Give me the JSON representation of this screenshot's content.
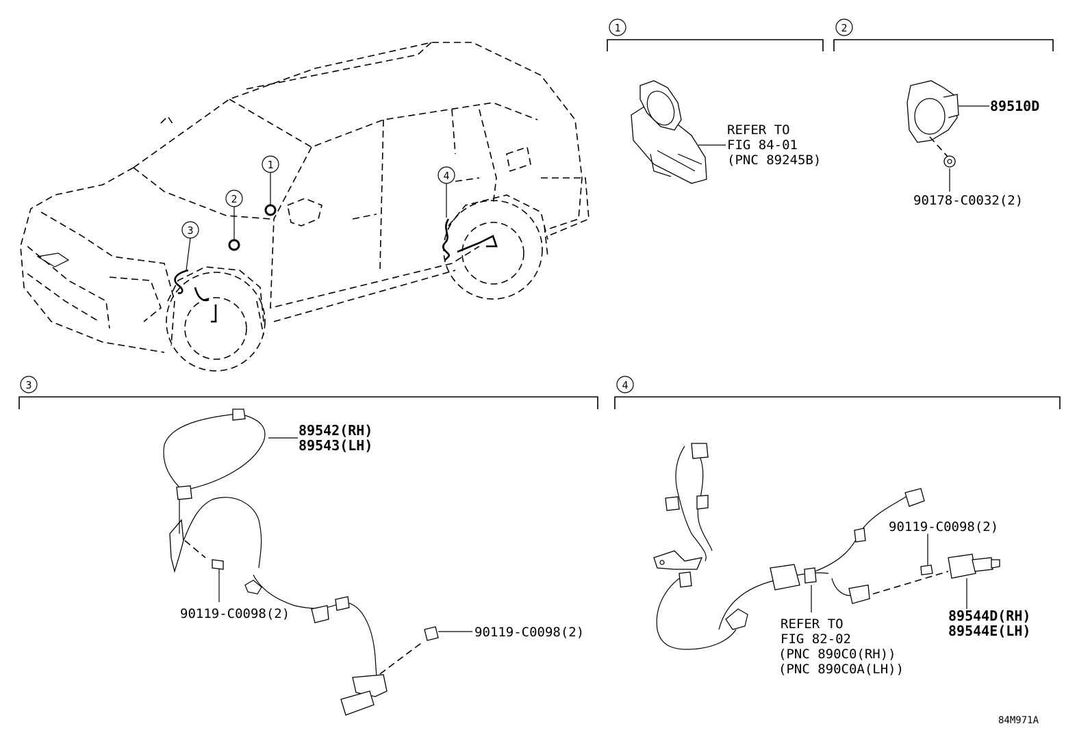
{
  "callouts": {
    "c1": "1",
    "c2": "2",
    "c3": "3",
    "c4": "4"
  },
  "section1": {
    "ref_line1": "REFER TO",
    "ref_line2": "FIG 84-01",
    "ref_line3": "(PNC 89245B)"
  },
  "section2": {
    "part_main": "89510D",
    "part_nut": "90178-C0032(2)"
  },
  "section3": {
    "part_rh": "89542(RH)",
    "part_lh": "89543(LH)",
    "bolt_a": "90119-C0098(2)",
    "bolt_b": "90119-C0098(2)"
  },
  "section4": {
    "bolt": "90119-C0098(2)",
    "part_rh": "89544D(RH)",
    "part_lh": "89544E(LH)",
    "ref_line1": "REFER TO",
    "ref_line2": "FIG 82-02",
    "ref_line3": "(PNC 890C0(RH))",
    "ref_line4": "(PNC 890C0A(LH))"
  },
  "figure_code": "84M971A"
}
